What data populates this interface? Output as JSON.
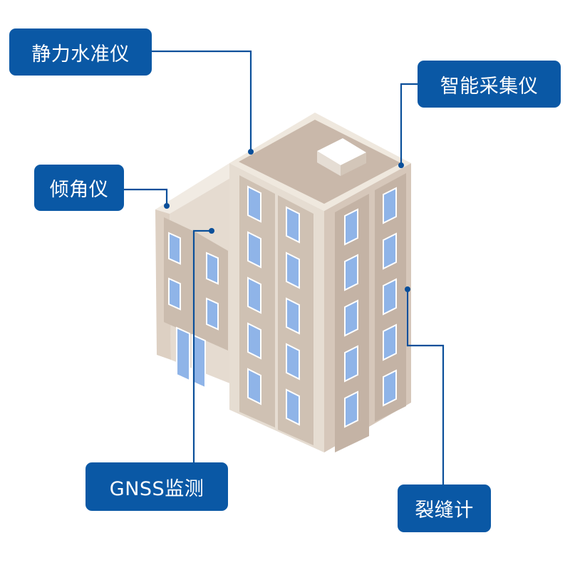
{
  "labels": {
    "static_level": "静力水准仪",
    "data_collector": "智能采集仪",
    "inclinometer": "倾角仪",
    "gnss": "GNSS监测",
    "crack_meter": "裂缝计"
  },
  "colors": {
    "tag_bg": "#0a58a5",
    "leader_line": "#0a4f9a",
    "wall_light": "#ece4da",
    "wall_mid": "#d9cbbe",
    "wall_dark": "#cbbbae",
    "roof": "#c9b8aa",
    "window": "#8fb4e8"
  }
}
